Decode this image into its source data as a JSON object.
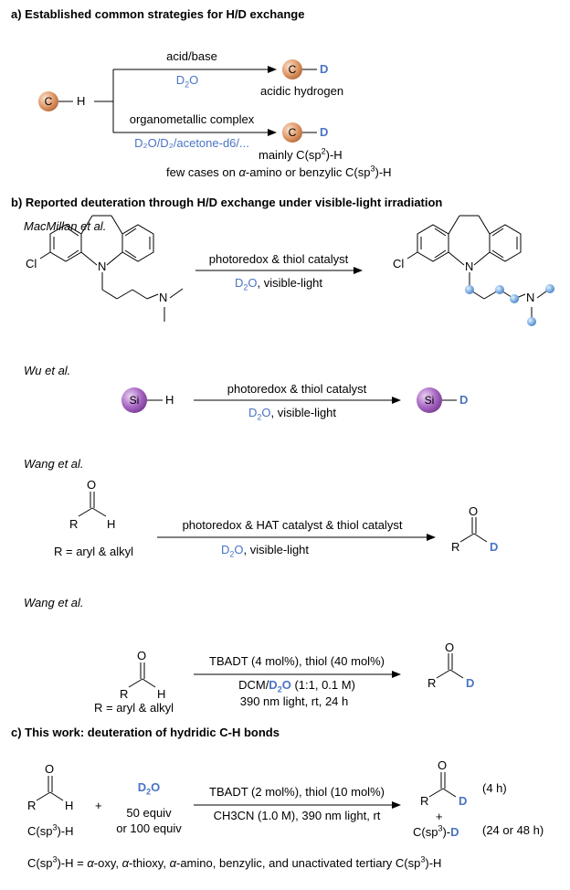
{
  "section_a": {
    "heading": "a) Established common strategies for H/D exchange",
    "start_atom": "C",
    "start_h": "H",
    "upper": {
      "reagent": "acid/base",
      "solvent_pre": "D",
      "solvent_sub": "2",
      "solvent_post": "O",
      "product_atom": "C",
      "product_d": "D",
      "note": "acidic hydrogen"
    },
    "lower": {
      "reagent": "organometallic complex",
      "solvents": "D₂O/D₂/acetone-d6/...",
      "product_atom": "C",
      "product_d": "D",
      "note1_pre": "mainly C(sp",
      "note1_sup": "2",
      "note1_post": ")-H",
      "note2_pre": "few cases on ",
      "note2_alpha": "α",
      "note2_mid": "-amino or benzylic C(sp",
      "note2_sup": "3",
      "note2_post": ")-H"
    }
  },
  "section_b": {
    "heading": "b) Reported deuteration through H/D exchange under visible-light irradiation",
    "macmillan": {
      "author": "MacMillan et al.",
      "reagent": "photoredox & thiol catalyst",
      "cond_d": "D",
      "cond_sub": "2",
      "cond_o": "O",
      "cond_rest": ", visible-light",
      "cl": "Cl",
      "n1": "N",
      "n2": "N",
      "cl_p": "Cl",
      "n1_p": "N",
      "n2_p": "N"
    },
    "wu": {
      "author": "Wu et al.",
      "start_atom": "Si",
      "start_h": "H",
      "reagent": "photoredox & thiol catalyst",
      "cond_d": "D",
      "cond_sub": "2",
      "cond_o": "O",
      "cond_rest": ", visible-light",
      "product_atom": "Si",
      "product_d": "D"
    },
    "wang1": {
      "author": "Wang et al.",
      "o": "O",
      "r": "R",
      "h": "H",
      "r_note": "R = aryl & alkyl",
      "reagent": "photoredox & HAT catalyst & thiol catalyst",
      "cond_d": "D",
      "cond_sub": "2",
      "cond_o": "O",
      "cond_rest": ", visible-light",
      "p_o": "O",
      "p_r": "R",
      "p_d": "D"
    },
    "wang2": {
      "author": "Wang et al.",
      "o": "O",
      "r": "R",
      "h": "H",
      "r_note": "R = aryl & alkyl",
      "reagent": "TBADT (4 mol%), thiol (40 mol%)",
      "cond1_pre": "DCM/",
      "cond1_d": "D",
      "cond1_sub": "2",
      "cond1_o": "O",
      "cond1_post": " (1:1, 0.1 M)",
      "cond2": "390 nm light, rt, 24 h",
      "p_o": "O",
      "p_r": "R",
      "p_d": "D"
    }
  },
  "section_c": {
    "heading": "c) This work: deuteration of hydridic C-H bonds",
    "o": "O",
    "r": "R",
    "h": "H",
    "sp3_pre": "C(sp",
    "sp3_sup": "3",
    "sp3_post": ")-H",
    "plus1": "+",
    "d2o_d": "D",
    "d2o_sub": "2",
    "d2o_o": "O",
    "equiv1": "50 equiv",
    "equiv2": "or 100 equiv",
    "reagent": "TBADT (2 mol%), thiol (10 mol%)",
    "cond": "CH3CN (1.0 M), 390 nm light, rt",
    "p_o": "O",
    "p_r": "R",
    "p_d": "D",
    "time1": "(4 h)",
    "plus2": "+",
    "p2_pre": "C(sp",
    "p2_sup": "3",
    "p2_post": ")-",
    "p2_d": "D",
    "time2": "(24 or 48 h)",
    "foot_pre": "C(sp",
    "foot_sup": "3",
    "foot_mid": ")-H = ",
    "foot_a1": "α",
    "foot_t1": "-oxy, ",
    "foot_a2": "α",
    "foot_t2": "-thioxy, ",
    "foot_a3": "α",
    "foot_t3": "-amino, benzylic, and unactivated tertiary C(sp",
    "foot_sup2": "3",
    "foot_end": ")-H"
  },
  "colors": {
    "orange_ball": "#e09a6a",
    "purple_ball": "#a867c4",
    "blue_ball": "#7fb0e3",
    "deuterium_blue": "#4a74c4"
  }
}
